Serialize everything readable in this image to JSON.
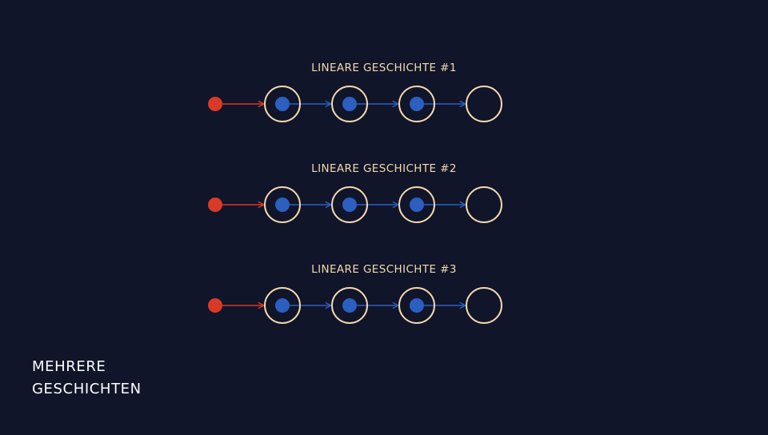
{
  "colors": {
    "background": "#10152a",
    "start_node": "#d93a27",
    "start_arrow": "#d93a27",
    "step_node": "#2c5fbf",
    "step_arrow": "#2c5fbf",
    "ring": "#f3d9ad",
    "title_text": "#f3d9ad",
    "caption_text": "#ffffff"
  },
  "histories": [
    {
      "title": "LINEARE GESCHICHTE #1",
      "filled_rings": 3,
      "empty_rings": 1
    },
    {
      "title": "LINEARE GESCHICHTE #2",
      "filled_rings": 3,
      "empty_rings": 1
    },
    {
      "title": "LINEARE GESCHICHTE #3",
      "filled_rings": 3,
      "empty_rings": 1
    }
  ],
  "caption": {
    "line1": "MEHRERE",
    "line2": "GESCHICHTEN"
  }
}
